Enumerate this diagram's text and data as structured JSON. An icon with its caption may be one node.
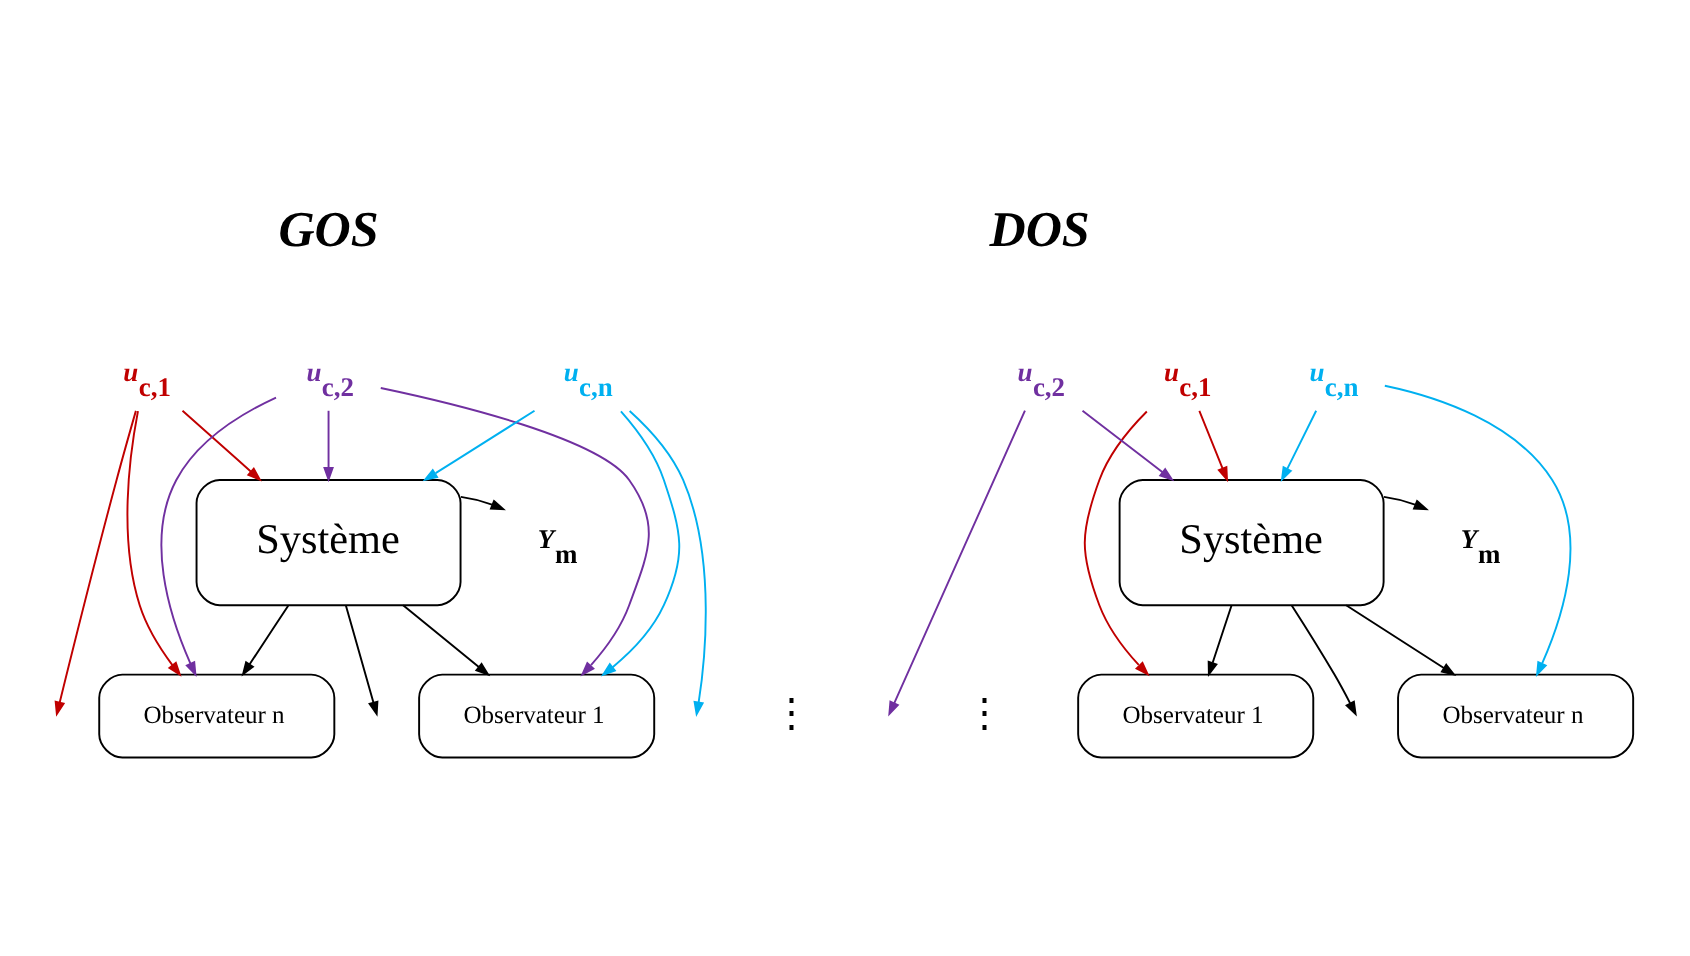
{
  "diagram": {
    "nodes": [
      {
        "text": [
          "u$_{c,1}$"
        ]
      },
      {
        "text": [
          "u$_{c,2}$"
        ]
      },
      {
        "text": [
          "u$_{c,n}$"
        ]
      },
      {
        "text": [
          "Système"
        ]
      },
      {
        "text": [
          "Y$_{m}$"
        ]
      },
      {
        "text": [
          "Observateur 1"
        ]
      },
      {
        "text": [
          "Observateur n"
        ]
      },
      {
        "text": [
          "u$_{c,1}$"
        ]
      },
      {
        "text": [
          "u$_{c,2}$"
        ]
      },
      {
        "text": [
          "u$_{c,n}$"
        ]
      },
      {
        "text": [
          "Système"
        ]
      },
      {
        "text": [
          "Y$_{m}$"
        ]
      },
      {
        "text": [
          "Observateur 1"
        ]
      },
      {
        "text": [
          "Observateur n"
        ]
      }
    ],
    "edges": [
      {
        "from": 0,
        "to": 3,
        "arrow": "to",
        "color": "#c00000"
      },
      {
        "from": 1,
        "to": 3,
        "arrow": "to",
        "color": "#7030a0"
      },
      {
        "from": 2,
        "to": 3,
        "arrow": "to",
        "color": "#00b0f0"
      },
      {
        "from": 3,
        "to": 4,
        "arrow": "to"
      },
      {
        "from": 3,
        "to": 5,
        "arrow": "to"
      },
      {
        "from": 1,
        "to": 5,
        "arrow": "to",
        "color": "#7030a0"
      },
      {
        "from": 2,
        "to": 5,
        "arrow": "to",
        "color": "#00b0f0"
      },
      {
        "from": 3,
        "to": null,
        "arrow": "to"
      },
      {
        "from": 0,
        "to": null,
        "arrow": "to",
        "color": "#c00000"
      },
      {
        "from": 2,
        "to": null,
        "arrow": "to",
        "color": "#00b0f0"
      },
      {
        "from": 3,
        "to": 6,
        "arrow": "to"
      },
      {
        "from": 0,
        "to": 6,
        "arrow": "to",
        "color": "#c00000"
      },
      {
        "from": 1,
        "to": 6,
        "arrow": "to",
        "color": "#7030a0"
      },
      {
        "from": 7,
        "to": 10,
        "arrow": "to",
        "color": "#c00000"
      },
      {
        "from": 8,
        "to": 10,
        "arrow": "to",
        "color": "#7030a0"
      },
      {
        "from": 9,
        "to": 10,
        "arrow": "to",
        "color": "#00b0f0"
      },
      {
        "from": 10,
        "to": 11,
        "arrow": "to"
      },
      {
        "from": 10,
        "to": 12,
        "arrow": "to"
      },
      {
        "from": 7,
        "to": 12,
        "arrow": "to",
        "color": "#c00000"
      },
      {
        "from": 10,
        "to": null,
        "arrow": "to"
      },
      {
        "from": 8,
        "to": null,
        "arrow": "to",
        "color": "#7030a0"
      },
      {
        "from": 10,
        "to": 13,
        "arrow": "to"
      },
      {
        "from": 9,
        "to": 13,
        "arrow": "to",
        "color": "#00b0f0"
      }
    ],
    "labels": [
      "GOS",
      "DOS",
      "⋮",
      "⋮"
    ]
  }
}
